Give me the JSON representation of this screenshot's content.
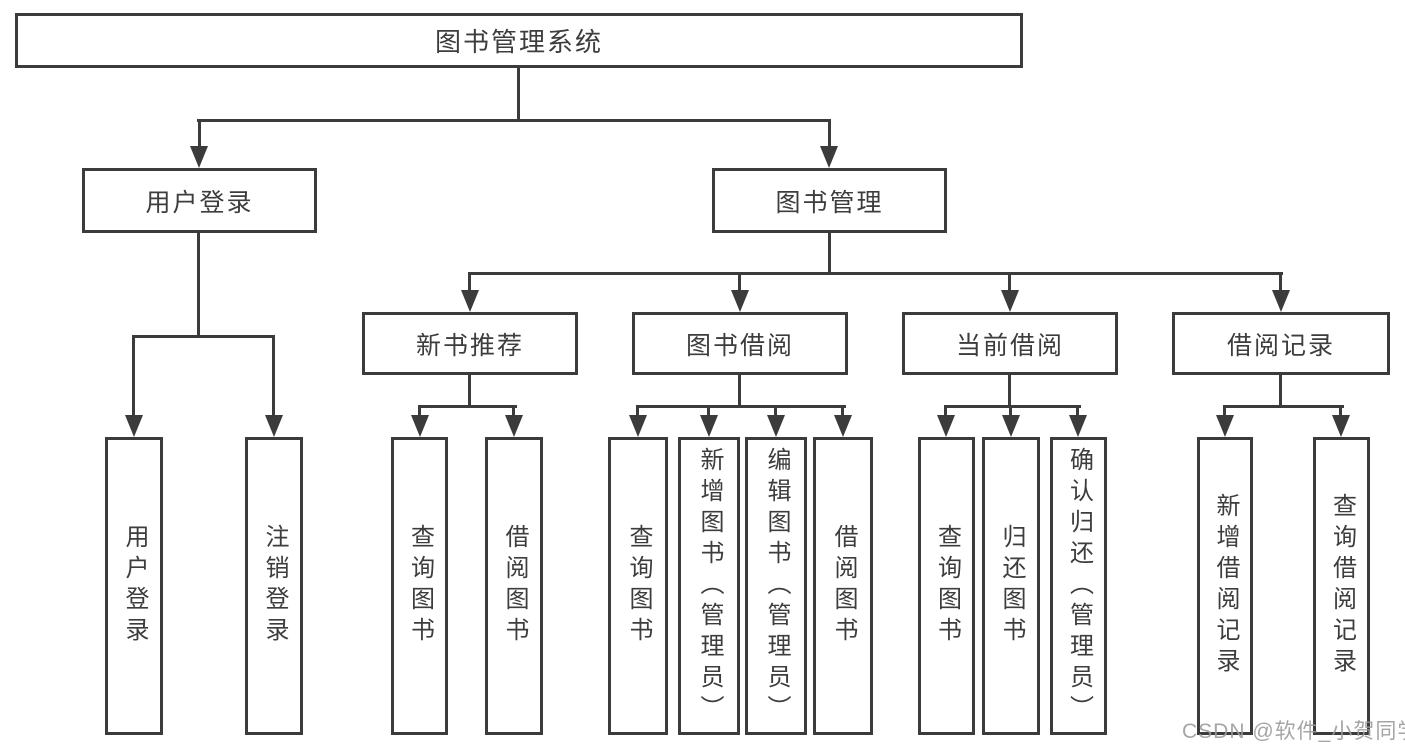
{
  "diagram": {
    "root": {
      "label": "图书管理系统"
    },
    "level2": [
      {
        "label": "用户登录",
        "children": [
          "用户登录",
          "注销登录"
        ]
      },
      {
        "label": "图书管理"
      }
    ],
    "level3": [
      {
        "label": "新书推荐",
        "children": [
          "查询图书",
          "借阅图书"
        ]
      },
      {
        "label": "图书借阅",
        "children": [
          "查询图书",
          "新增图书（管理员）",
          "编辑图书（管理员）",
          "借阅图书"
        ]
      },
      {
        "label": "当前借阅",
        "children": [
          "查询图书",
          "归还图书",
          "确认归还（管理员）"
        ]
      },
      {
        "label": "借阅记录",
        "children": [
          "新增借阅记录",
          "查询借阅记录"
        ]
      }
    ]
  },
  "watermark": {
    "text": "CSDN @软件_小贺同学"
  },
  "colors": {
    "line": "#3b3b3b",
    "text": "#3d3d3d",
    "watermark": "#9c9c9c",
    "background": "#ffffff"
  }
}
